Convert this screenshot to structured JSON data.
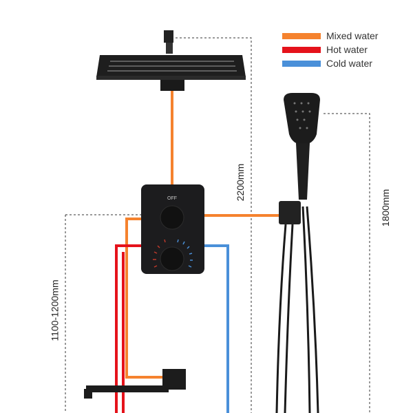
{
  "legend": [
    {
      "label": "Mixed water",
      "color": "#f5822e"
    },
    {
      "label": "Hot water",
      "color": "#e5121b"
    },
    {
      "label": "Cold water",
      "color": "#4a90d9"
    }
  ],
  "dimensions": {
    "overhead_height": "2200mm",
    "handheld_height": "1800mm",
    "valve_height": "1100-1200mm"
  },
  "valve": {
    "top_label": "OFF"
  }
}
